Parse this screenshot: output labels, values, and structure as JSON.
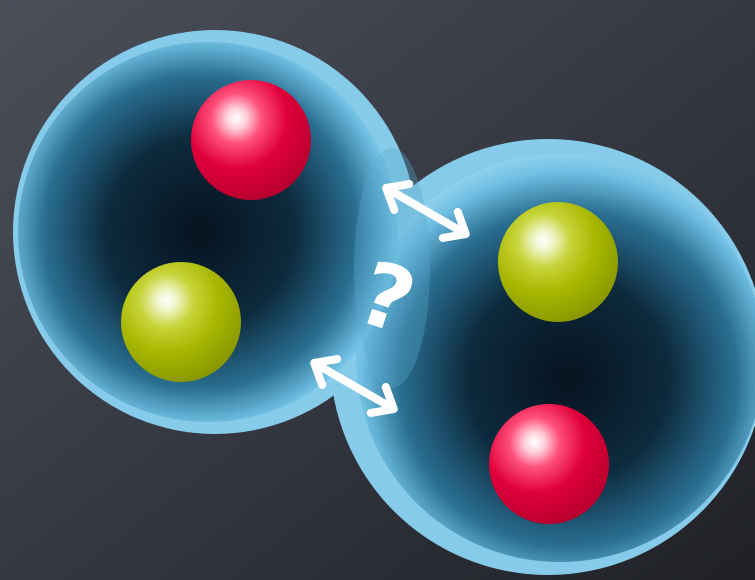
{
  "labels": {
    "question_mark": "?"
  },
  "colors": {
    "background_top": "#4a4f5a",
    "background_bottom": "#1f2126",
    "bubble_rim": "#7fc6e6",
    "bubble_core": "#0a1a2a",
    "red_particle": "#e0003a",
    "green_particle": "#a8b800",
    "arrow": "#ffffff"
  },
  "bubbles": [
    {
      "name": "left-bubble",
      "particles": [
        "red-particle",
        "green-particle"
      ]
    },
    {
      "name": "right-bubble",
      "particles": [
        "green-particle",
        "red-particle"
      ]
    }
  ],
  "icons": {
    "upper_arrow": "double-headed-arrow-icon",
    "lower_arrow": "double-headed-arrow-icon"
  }
}
